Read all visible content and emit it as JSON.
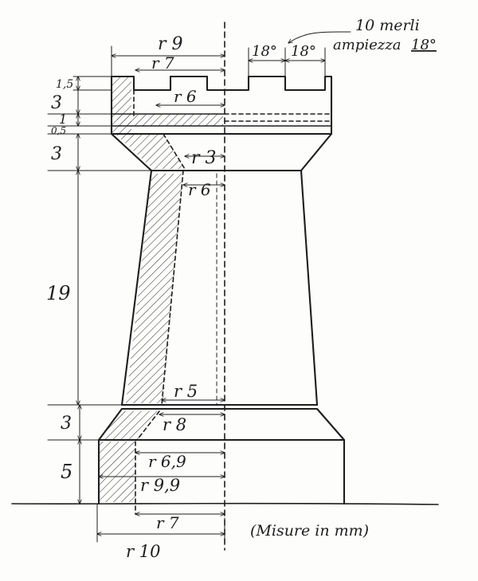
{
  "note": {
    "merlons_line1": "10 merli",
    "merlons_line2": "ampiezza",
    "merlons_value": "18°",
    "units": "(Misure in mm)"
  },
  "angles": {
    "left": "18°",
    "right": "18°"
  },
  "vertical_dims": {
    "battlement_notch": "1,5",
    "crown": "3",
    "ring": "1",
    "ring_small": "0,5",
    "neck": "3",
    "body": "19",
    "foot_step": "3",
    "base": "5"
  },
  "radii": {
    "r9": "r 9",
    "r7_top": "r 7",
    "r6_inner": "r 6",
    "r3": "r 3",
    "r6_neck": "r 6",
    "r5": "r 5",
    "r8": "r 8",
    "r6_9": "r 6,9",
    "r9_9": "r 9,9",
    "r7_bottom": "r 7",
    "r10": "r 10"
  }
}
